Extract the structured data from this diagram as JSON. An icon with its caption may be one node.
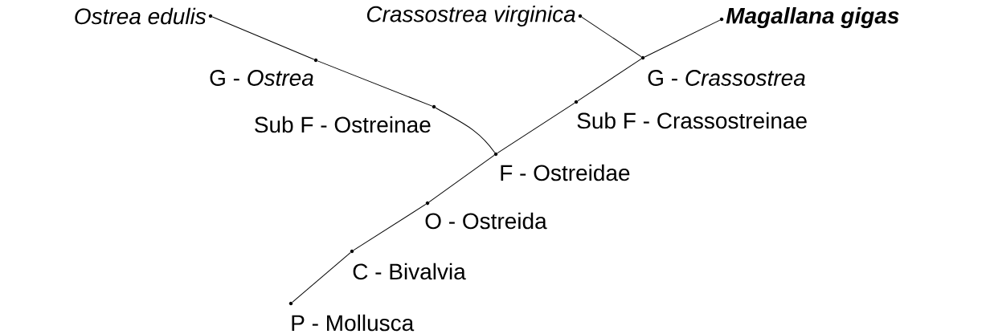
{
  "diagram": {
    "nodes": [
      {
        "text": [
          "Ostrea edulis"
        ]
      },
      {
        "text": [
          "Crassostrea virginica"
        ]
      },
      {
        "text": [
          "Magallana gigas"
        ]
      },
      {
        "text": [
          "G - *Ostrea*"
        ]
      },
      {
        "text": [
          "G - *Crassostrea*"
        ]
      },
      {
        "text": [
          "Sub F - Ostreinae"
        ]
      },
      {
        "text": [
          "Sub F - Crassostreinae"
        ]
      },
      {
        "text": [
          "F - Ostreidae"
        ]
      },
      {
        "text": [
          "O - Ostreida"
        ]
      },
      {
        "text": [
          "C - Bivalvia"
        ]
      },
      {
        "text": [
          "P - Mollusca"
        ]
      }
    ],
    "edges": [
      {
        "from": 10,
        "to": 9,
        "arrow": "none"
      },
      {
        "from": 9,
        "to": 8,
        "arrow": "none"
      },
      {
        "from": 8,
        "to": 7,
        "arrow": "none"
      },
      {
        "from": 7,
        "to": 6,
        "arrow": "none"
      },
      {
        "from": 6,
        "to": 4,
        "arrow": "none"
      },
      {
        "from": 4,
        "to": 2,
        "arrow": "none"
      },
      {
        "from": 4,
        "to": 1,
        "arrow": "none"
      },
      {
        "from": 7,
        "to": 5,
        "arrow": "none"
      },
      {
        "from": 5,
        "to": 3,
        "arrow": "none"
      },
      {
        "from": 3,
        "to": 0,
        "arrow": "none"
      }
    ]
  }
}
